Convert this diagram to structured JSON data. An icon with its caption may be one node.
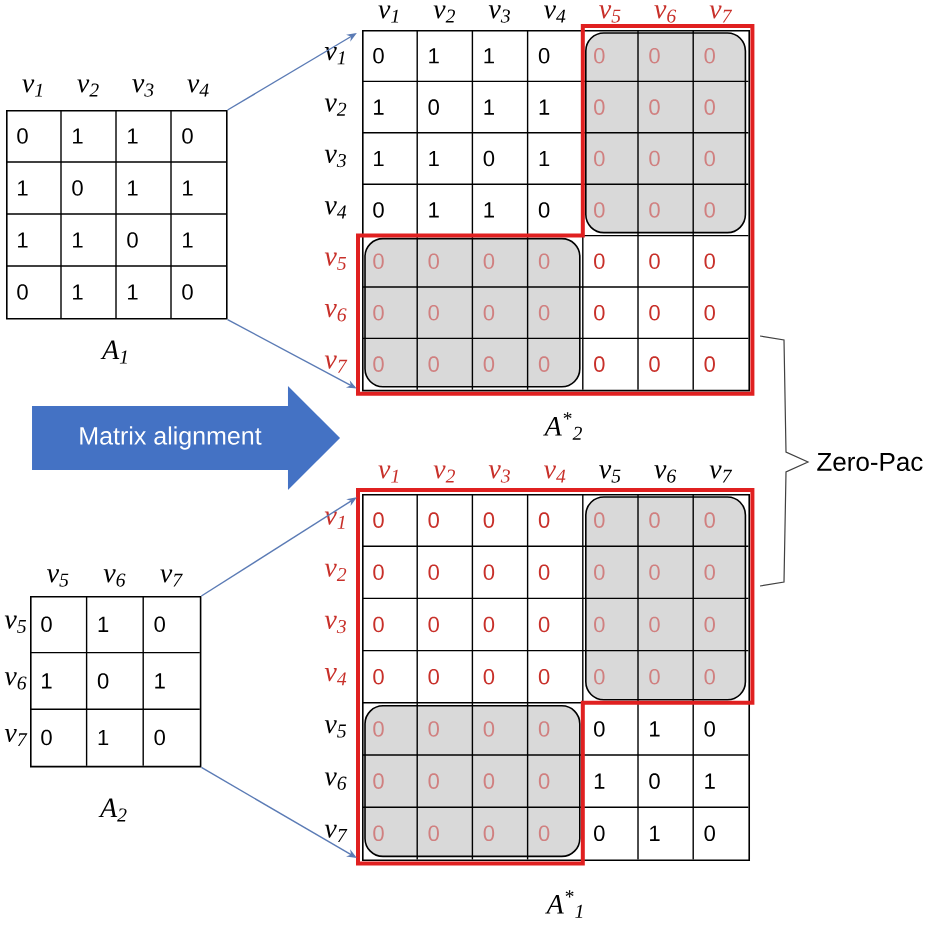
{
  "diagram": {
    "nodes": [
      {
        "text": [
          "0",
          "1",
          "1",
          "0",
          "1",
          "0",
          "1",
          "1",
          "1",
          "1",
          "0",
          "1",
          "0",
          "1",
          "1",
          "0"
        ],
        "beside": [
          "*v*$_{1}$",
          "*v*$_{2}$",
          "*v*$_{3}$",
          "*v*$_{4}$",
          "*A*$_{1}$"
        ]
      },
      {
        "text": [
          "0",
          "1",
          "1",
          "0",
          "0",
          "0",
          "0",
          "1",
          "0",
          "1",
          "1",
          "0",
          "0",
          "0",
          "1",
          "1",
          "0",
          "1",
          "0",
          "0",
          "0",
          "0",
          "1",
          "1",
          "0",
          "0",
          "0",
          "0",
          "0",
          "0",
          "0",
          "0",
          "0",
          "0",
          "0",
          "0",
          "0",
          "0",
          "0",
          "0",
          "0",
          "0",
          "0",
          "0",
          "0",
          "0",
          "0",
          "0",
          "0"
        ],
        "beside": [
          "*v*$_{1}$",
          "*v*$_{2}$",
          "*v*$_{3}$",
          "*v*$_{4}$",
          "*v*$_{5}$",
          "*v*$_{6}$",
          "*v*$_{7}$",
          "*v*$_{1}$",
          "*v*$_{2}$",
          "*v*$_{3}$",
          "*v*$_{4}$",
          "*v*$_{5}$",
          "*v*$_{6}$",
          "*v*$_{7}$",
          "*A*$^{*}$$_{2}$"
        ]
      },
      {
        "text": [
          "Matrix alignment"
        ]
      },
      {
        "text": [
          "0",
          "1",
          "0",
          "1",
          "0",
          "1",
          "0",
          "1",
          "0"
        ],
        "beside": [
          "*v*$_{5}$",
          "*v*$_{6}$",
          "*v*$_{7}$",
          "*v*$_{5}$",
          "*v*$_{6}$",
          "*v*$_{7}$",
          "*A*$_{2}$"
        ]
      },
      {
        "text": [
          "0",
          "0",
          "0",
          "0",
          "0",
          "0",
          "0",
          "0",
          "0",
          "0",
          "0",
          "0",
          "0",
          "0",
          "0",
          "0",
          "0",
          "0",
          "0",
          "0",
          "0",
          "0",
          "0",
          "0",
          "0",
          "0",
          "0",
          "0",
          "0",
          "0",
          "0",
          "0",
          "0",
          "1",
          "0",
          "0",
          "0",
          "0",
          "0",
          "1",
          "0",
          "1",
          "0",
          "0",
          "0",
          "0",
          "0",
          "1",
          "0"
        ],
        "beside": [
          "*v*$_{1}$",
          "*v*$_{2}$",
          "*v*$_{3}$",
          "*v*$_{4}$",
          "*v*$_{5}$",
          "*v*$_{6}$",
          "*v*$_{7}$",
          "*v*$_{1}$",
          "*v*$_{2}$",
          "*v*$_{3}$",
          "*v*$_{4}$",
          "*v*$_{5}$",
          "*v*$_{6}$",
          "*v*$_{7}$",
          "*A*$^{*}$$_{1}$"
        ]
      }
    ],
    "edges": [
      {
        "from": 0,
        "to": 1,
        "arrow": "to"
      },
      {
        "from": 0,
        "to": 1,
        "arrow": "to"
      },
      {
        "from": 3,
        "to": 4,
        "arrow": "to"
      },
      {
        "from": 3,
        "to": 4,
        "arrow": "to"
      }
    ],
    "labels": [
      "Zero-Pac"
    ]
  }
}
